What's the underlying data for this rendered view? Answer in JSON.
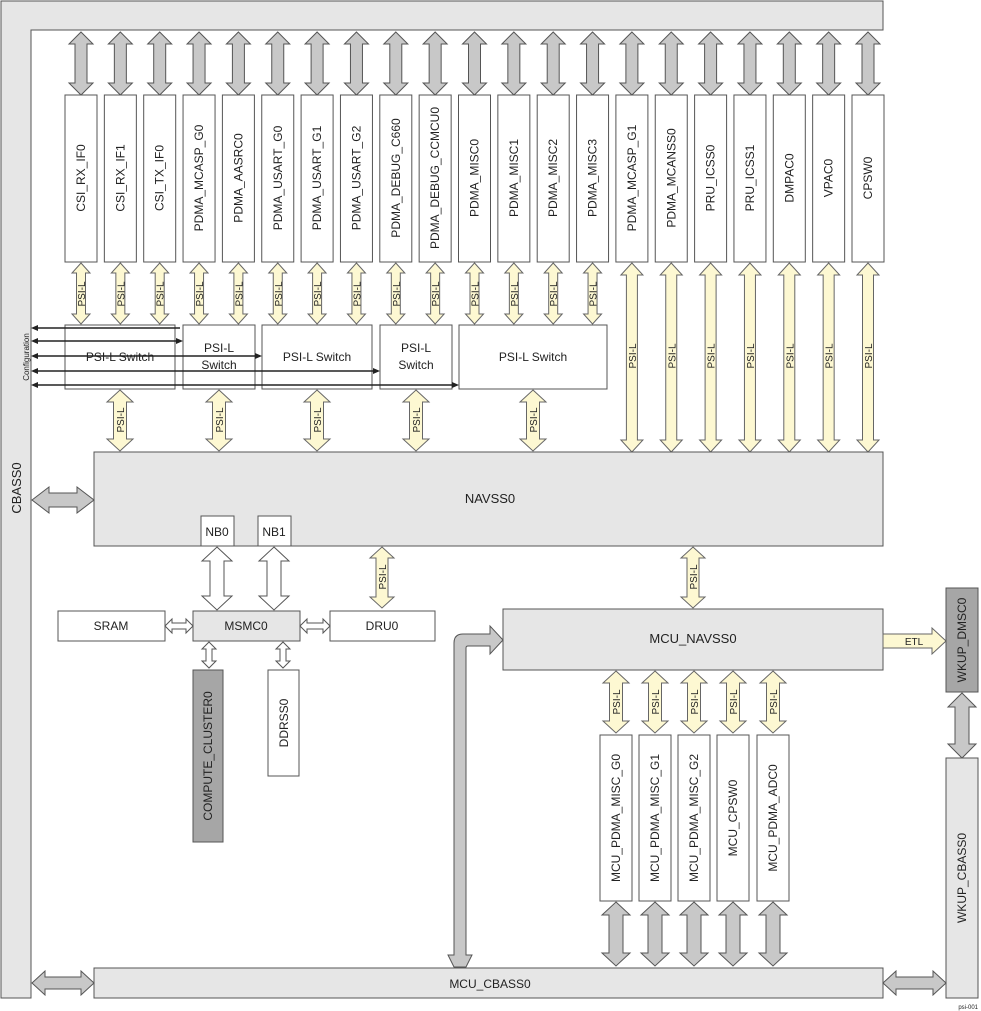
{
  "diagram": {
    "cbass_label": "CBASS0",
    "navss_label": "NAVSS0",
    "nb0_label": "NB0",
    "nb1_label": "NB1",
    "sram_label": "SRAM",
    "msmc_label": "MSMC0",
    "dru_label": "DRU0",
    "compute_label": "COMPUTE_CLUSTER0",
    "ddrss_label": "DDRSS0",
    "mcu_navss_label": "MCU_NAVSS0",
    "mcu_cbass_label": "MCU_CBASS0",
    "wkup_dmsc_label": "WKUP_DMSC0",
    "wkup_cbass_label": "WKUP_CBASS0",
    "etl_label": "ETL",
    "psil_label": "PSI-L",
    "config_label": "Configuration",
    "footer_id": "psi-001",
    "top_peripherals": [
      "CSI_RX_IF0",
      "CSI_RX_IF1",
      "CSI_TX_IF0",
      "PDMA_MCASP_G0",
      "PDMA_AASRC0",
      "PDMA_USART_G0",
      "PDMA_USART_G1",
      "PDMA_USART_G2",
      "PDMA_DEBUG_C660",
      "PDMA_DEBUG_CCMCU0",
      "PDMA_MISC0",
      "PDMA_MISC1",
      "PDMA_MISC2",
      "PDMA_MISC3",
      "PDMA_MCASP_G1",
      "PDMA_MCANSS0",
      "PRU_ICSS0",
      "PRU_ICSS1",
      "DMPAC0",
      "VPAC0",
      "CPSW0"
    ],
    "switches": [
      {
        "line1": "PSI-L Switch",
        "line2": ""
      },
      {
        "line1": "PSI-L",
        "line2": "Switch"
      },
      {
        "line1": "PSI-L Switch",
        "line2": ""
      },
      {
        "line1": "PSI-L",
        "line2": "Switch"
      },
      {
        "line1": "PSI-L Switch",
        "line2": ""
      }
    ],
    "mcu_peripherals": [
      "MCU_PDMA_MISC_G0",
      "MCU_PDMA_MISC_G1",
      "MCU_PDMA_MISC_G2",
      "MCU_CPSW0",
      "MCU_PDMA_ADC0"
    ]
  }
}
